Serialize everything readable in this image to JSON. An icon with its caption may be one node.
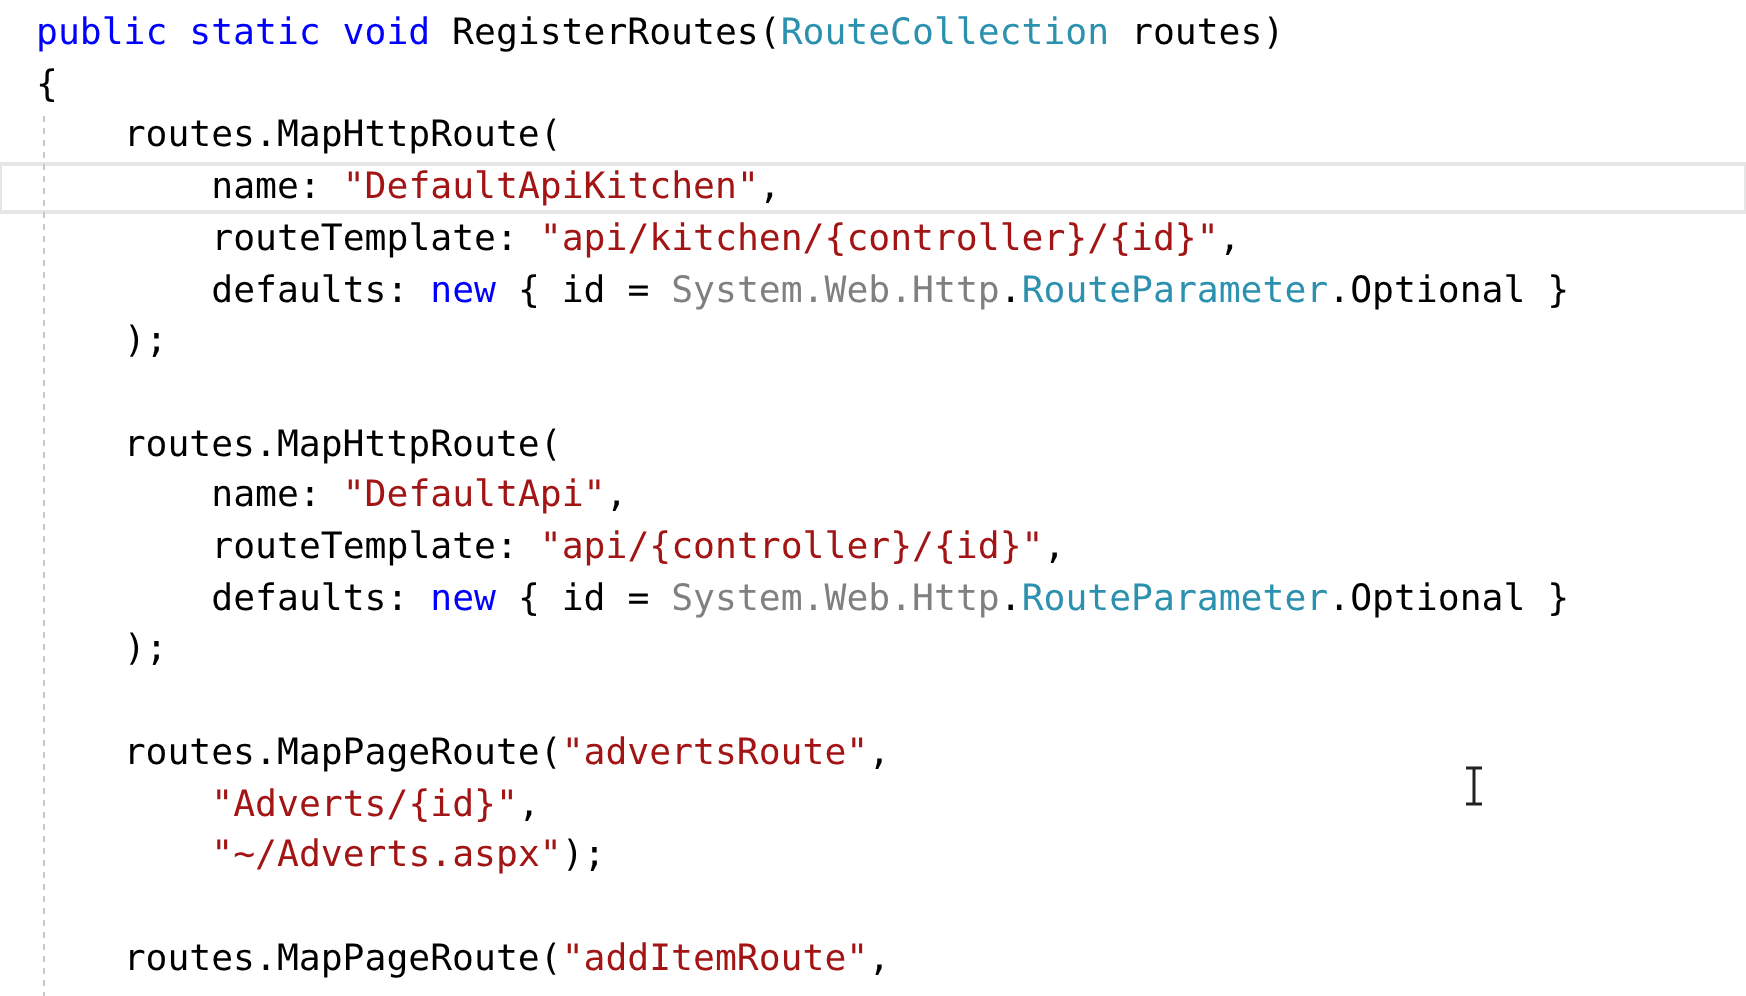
{
  "diagram": {
    "labels": [
      "public static void RegisterRoutes(RouteCollection routes)",
      "{",
      "routes.MapHttpRoute(",
      "name: \"DefaultApiKitchen\",",
      "routeTemplate: \"api/kitchen/{controller}/{id}\",",
      "defaults: new { id = System.Web.Http.RouteParameter.Optional }",
      ");",
      "routes.MapHttpRoute(",
      "name: \"DefaultApi\",",
      "routeTemplate: \"api/{controller}/{id}\",",
      "defaults: new { id = System.Web.Http.RouteParameter.Optional }",
      ");",
      "routes.MapPageRoute(\"advertsRoute\",",
      "\"Adverts/{id}\",",
      "\"~/Adverts.aspx\");",
      "routes.MapPageRoute(\"addItemRoute\","
    ]
  }
}
